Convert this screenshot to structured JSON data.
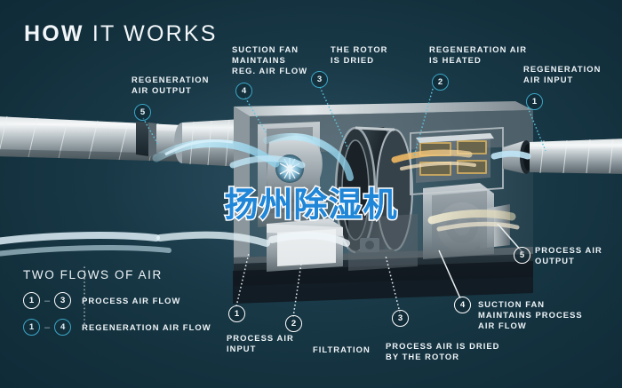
{
  "page": {
    "title_light": "HOW ",
    "title_bold_part": "HOW",
    "title": "HOW IT WORKS",
    "watermark": "扬州除湿机",
    "background_color": "#102a36",
    "accent_cyan": "#3ba8c8",
    "text_color": "#eef4f7"
  },
  "callouts": [
    {
      "id": "regeneration-air-output",
      "number": "5",
      "label": "REGENERATION\nAIR OUTPUT",
      "flow": "regeneration"
    },
    {
      "id": "suction-fan-reg",
      "number": "4",
      "label": "SUCTION FAN\nMAINTAINS\nREG. AIR FLOW",
      "flow": "regeneration"
    },
    {
      "id": "rotor-is-dried",
      "number": "3",
      "label": "THE ROTOR\nIS DRIED",
      "flow": "regeneration"
    },
    {
      "id": "regeneration-air-heated",
      "number": "2",
      "label": "REGENERATION AIR\nIS HEATED",
      "flow": "regeneration"
    },
    {
      "id": "regeneration-air-input",
      "number": "1",
      "label": "REGENERATION\nAIR INPUT",
      "flow": "regeneration"
    },
    {
      "id": "process-air-output",
      "number": "5",
      "label": "PROCESS AIR\nOUTPUT",
      "flow": "process"
    },
    {
      "id": "suction-fan-process",
      "number": "4",
      "label": "SUCTION FAN\nMAINTAINS PROCESS\nAIR FLOW",
      "flow": "process"
    },
    {
      "id": "process-air-dried-by-rotor",
      "number": "3",
      "label": "PROCESS AIR IS DRIED\nBY THE ROTOR",
      "flow": "process"
    },
    {
      "id": "filtration",
      "number": "2",
      "label": "FILTRATION",
      "flow": "process"
    },
    {
      "id": "process-air-input",
      "number": "1",
      "label": "PROCESS AIR\nINPUT",
      "flow": "process"
    }
  ],
  "legend": {
    "title": "TWO FLOWS OF AIR",
    "rows": [
      {
        "from": "1",
        "dash": "–",
        "to": "3",
        "label": "PROCESS AIR FLOW",
        "flow": "process"
      },
      {
        "from": "1",
        "dash": "–",
        "to": "4",
        "label": "REGENERATION AIR FLOW",
        "flow": "regeneration"
      }
    ]
  }
}
